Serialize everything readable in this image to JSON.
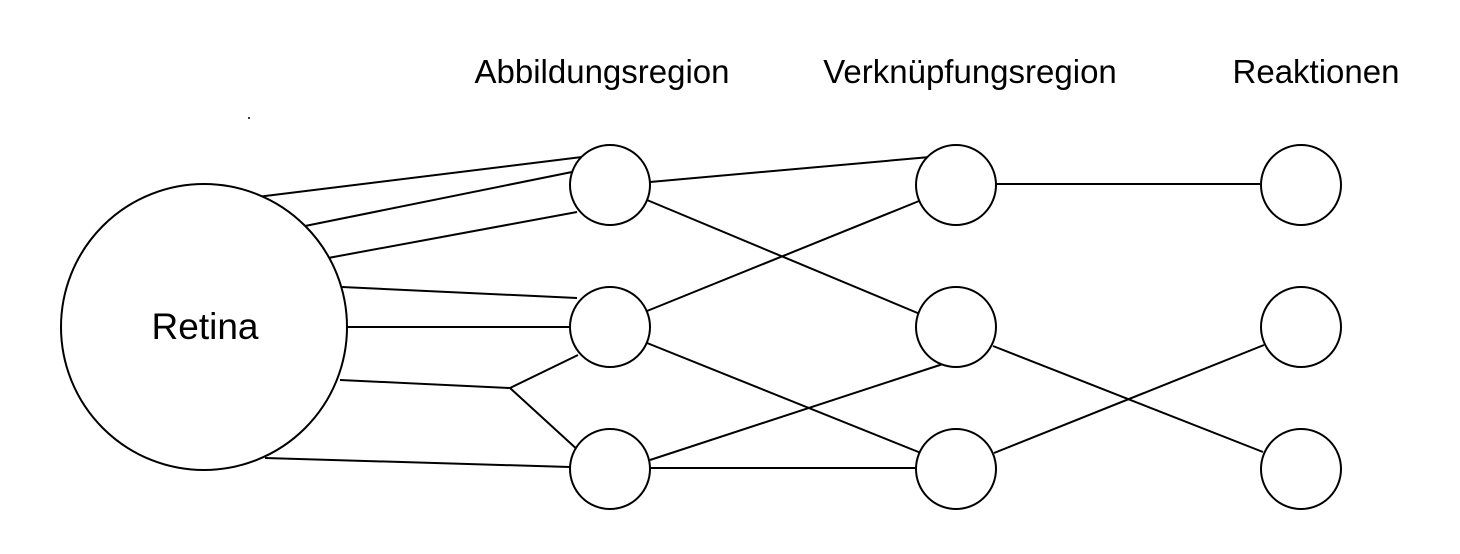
{
  "labels": {
    "column_1": "Abbildungsregion",
    "column_2": "Verknüpfungsregion",
    "column_3": "Reaktionen",
    "retina": "Retina"
  },
  "colors": {
    "stroke": "#000000",
    "background": "#ffffff"
  }
}
